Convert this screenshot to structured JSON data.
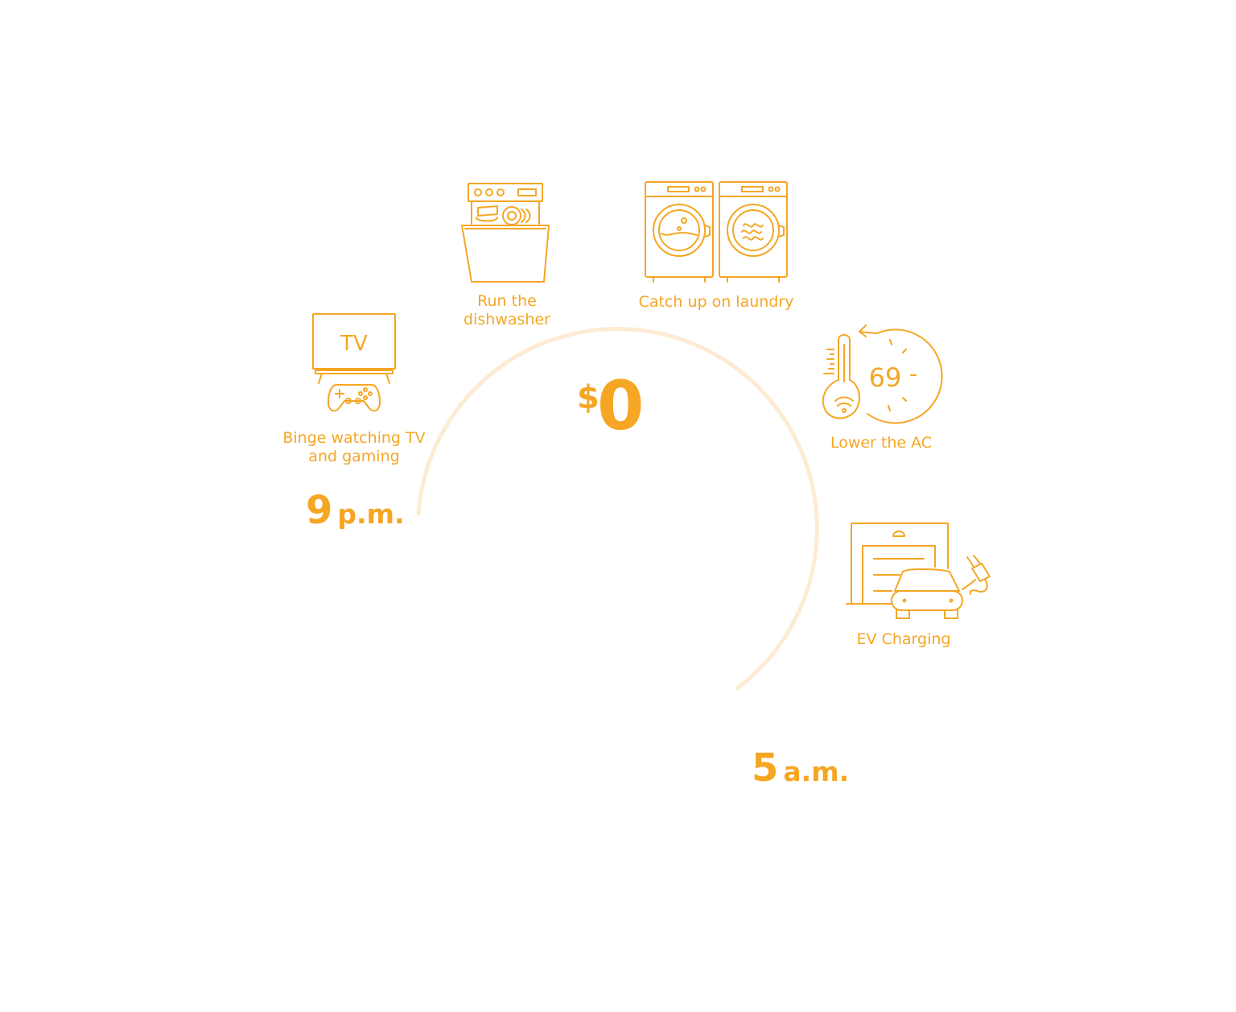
{
  "price": {
    "currency": "$",
    "amount": "0"
  },
  "times": {
    "start": {
      "number": "9",
      "unit": "p.m."
    },
    "end": {
      "number": "5",
      "unit": "a.m."
    }
  },
  "activities": [
    {
      "label": "Binge watching TV\nand gaming",
      "icon": "tv-gaming-icon",
      "icon_text": "TV"
    },
    {
      "label": "Run the\ndishwasher",
      "icon": "dishwasher-icon"
    },
    {
      "label": "Catch up on laundry",
      "icon": "washer-dryer-icon"
    },
    {
      "label": "Lower the AC",
      "icon": "thermostat-icon",
      "icon_text": "69"
    },
    {
      "label": "EV Charging",
      "icon": "ev-charging-garage-icon"
    }
  ],
  "colors": {
    "accent": "#f5a623",
    "arc": "#fdebd3"
  }
}
